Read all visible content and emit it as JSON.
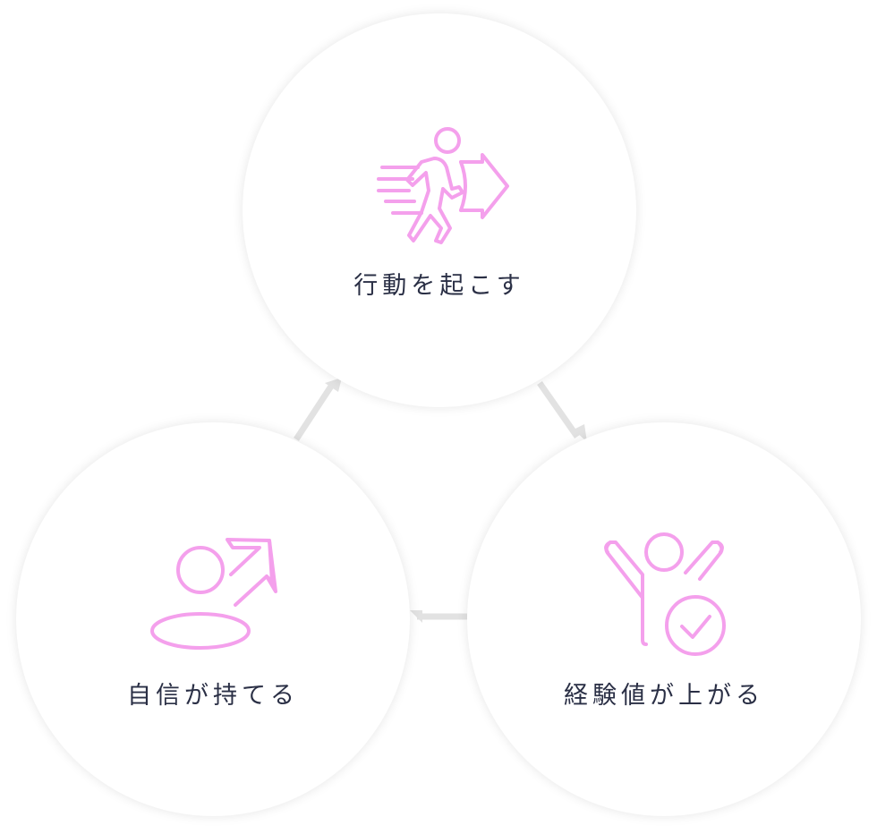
{
  "colors": {
    "icon_stroke": "#f4a0ec",
    "arrow": "#e2e2e2",
    "label_text": "#2a2f45"
  },
  "cycle": [
    {
      "id": "top",
      "label": "行動を起こす",
      "icon": "running-person-arrow-icon"
    },
    {
      "id": "right",
      "label": "経験値が上がる",
      "icon": "cheering-person-check-icon"
    },
    {
      "id": "left",
      "label": "自信が持てる",
      "icon": "person-rising-arrow-icon"
    }
  ]
}
